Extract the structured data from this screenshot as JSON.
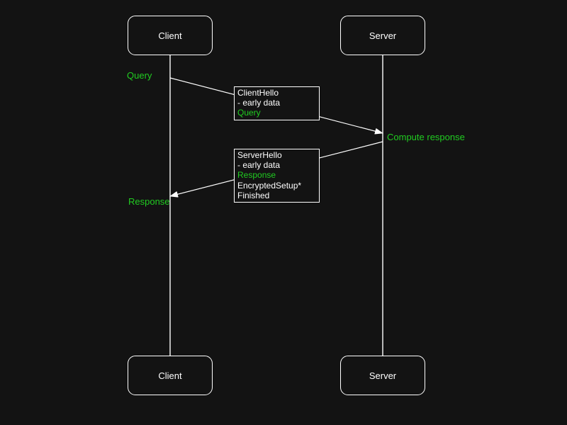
{
  "theme": {
    "background": "#131313",
    "foreground": "#ffffff",
    "accent_green": "#21cc21"
  },
  "actors": {
    "client": "Client",
    "server": "Server"
  },
  "flow_labels": {
    "query": "Query",
    "compute_response": "Compute response",
    "response": "Response"
  },
  "messages": {
    "client_hello": {
      "lines": [
        {
          "text": "ClientHello",
          "color": "white"
        },
        {
          "text": "- early data",
          "color": "white"
        },
        {
          "text": "Query",
          "color": "green"
        }
      ]
    },
    "server_hello": {
      "lines": [
        {
          "text": "ServerHello",
          "color": "white"
        },
        {
          "text": "- early data",
          "color": "white"
        },
        {
          "text": "Response",
          "color": "green"
        },
        {
          "text": "EncryptedSetup*",
          "color": "white"
        },
        {
          "text": "Finished",
          "color": "white"
        }
      ]
    }
  }
}
